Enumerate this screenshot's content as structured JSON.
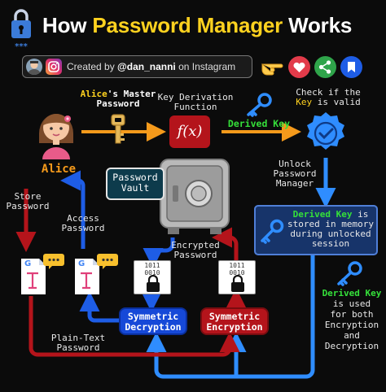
{
  "header": {
    "title_prefix": "How ",
    "title_highlight": "Password Manager",
    "title_suffix": " Works",
    "credit_prefix": "Created by ",
    "credit_handle": "@dan_nanni",
    "credit_suffix": " on Instagram"
  },
  "diagram": {
    "master_password_name": "Alice",
    "master_password_label": "'s Master\nPassword",
    "kdf_label": "Key Derivation\nFunction",
    "kdf_symbol": "f(x)",
    "derived_key_label": "Derived Key",
    "check_prefix": "Check if the\n",
    "check_key": "Key",
    "check_suffix": " is valid",
    "user_name": "Alice",
    "unlock_label": "Unlock\nPassword\nManager",
    "memory_highlight": "Derived Key",
    "memory_text": " is\nstored in memory\nduring unlocked\nsession",
    "vault_label": "Password\nVault",
    "store_label": "Store\nPassword",
    "access_label": "Access\nPassword",
    "encrypted_label": "Encrypted\nPassword",
    "sym_decrypt": "Symmetric\nDecryption",
    "sym_encrypt": "Symmetric\nEncryption",
    "plaintext_label": "Plain-Text\nPassword",
    "used_highlight": "Derived Key",
    "used_text": "is used\nfor both\nEncryption\nand\nDecryption",
    "binary_text": "1011\n0010",
    "colors": {
      "accent_yellow": "#ffd21f",
      "accent_orange": "#f59a1b",
      "green": "#35e03a",
      "blue": "#1e5de6",
      "red": "#b4141b",
      "key_blue": "#2f8dff"
    }
  }
}
